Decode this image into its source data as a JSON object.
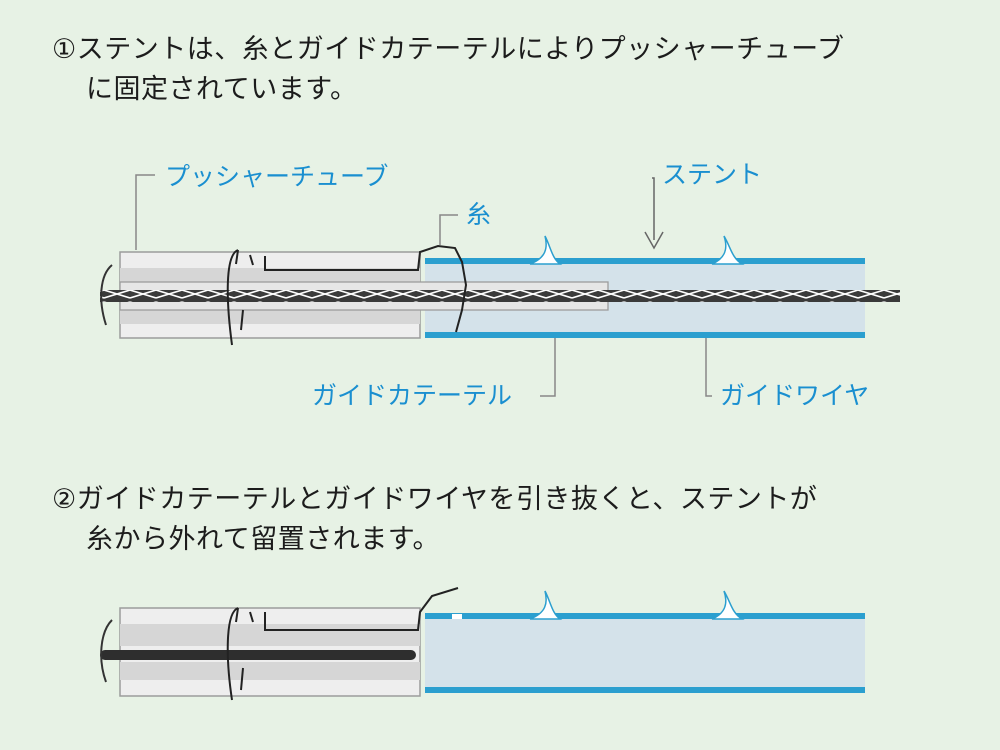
{
  "step1": {
    "line1": "①ステントは、糸とガイドカテーテルによりプッシャーチューブ",
    "line2": "に固定されています。"
  },
  "step2": {
    "line1": "②ガイドカテーテルとガイドワイヤを引き抜くと、ステントが",
    "line2": "糸から外れて留置されます。"
  },
  "labels": {
    "pusher_tube": "プッシャーチューブ",
    "thread": "糸",
    "stent": "ステント",
    "guide_catheter": "ガイドカテーテル",
    "guide_wire": "ガイドワイヤ"
  },
  "colors": {
    "background": "#e7f2e5",
    "label": "#1a8fd0",
    "stent_edge": "#2b9fcf",
    "stent_fill": "#d4e2ea",
    "tube_fill": "#eeeeee"
  }
}
